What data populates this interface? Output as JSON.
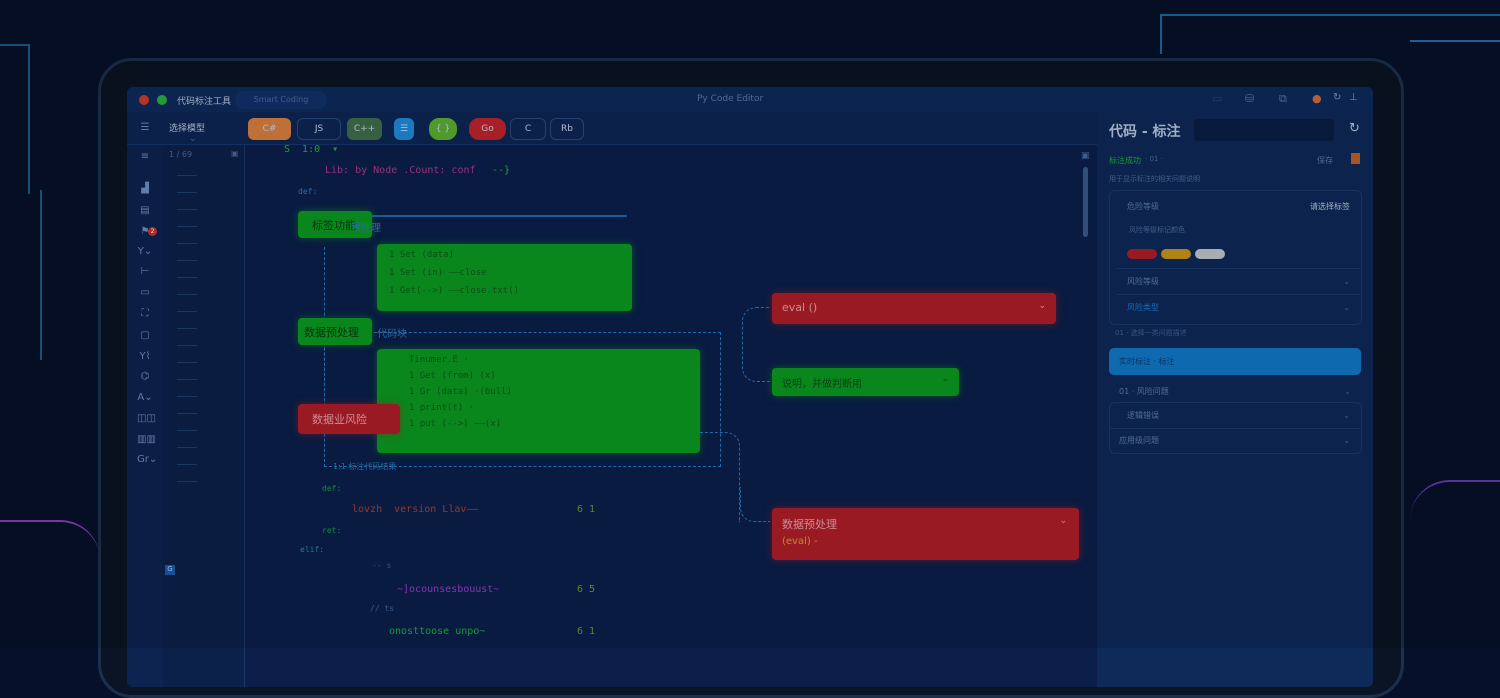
{
  "window": {
    "title": "代码标注工具",
    "tab": "Smart Coding",
    "center_title": "Py Code Editor"
  },
  "toolbar": {
    "dropdown": "选择模型",
    "buttons": [
      {
        "label": "C#",
        "color": "#d88040"
      },
      {
        "label": "JS",
        "color": ""
      },
      {
        "label": "C++",
        "color": "#3e6e4a"
      },
      {
        "label": "☰",
        "color": "#1f8ad8"
      },
      {
        "label": "{ }",
        "color": "#5ab030"
      },
      {
        "label": "Go",
        "color": "#c0242e"
      },
      {
        "label": "C",
        "color": ""
      },
      {
        "label": "Rb",
        "color": ""
      }
    ]
  },
  "editor": {
    "gutter_header": "1 / 69",
    "first_line": "S  1:0  ▾",
    "code_line_1": "Lib: by Node .Count: conf",
    "code_line_1_end": "--}",
    "code_line_2": "def:",
    "section_1_label": "标签功能",
    "section_1_comment": "预处理",
    "box_1_lines": [
      "1 Set (data)",
      "1 Set (in) ——close",
      "1 Get(-->)  ——close.txt()"
    ],
    "section_2_label": "数据预处理",
    "section_2_comment": "代码块",
    "box_2_lines": [
      "Tinumer.E  ·",
      "1 Get (from) (x)",
      "1 Gr (data) ·(bull)",
      "1 print(t) ·",
      "1 put (-->) ——(x)"
    ],
    "risk_label": "数据业风险",
    "box_2_footer": "1:1  标注代码结果",
    "bottom_lines": [
      {
        "text": "def:",
        "color": "#1aa040"
      },
      {
        "text": "lovzh  version Llav——",
        "color": "#b0402a",
        "tail": "—,",
        "num": "6 1"
      },
      {
        "text": "ret:",
        "color": "#1aa040"
      },
      {
        "text": "elif:",
        "color": "#2a8aa0"
      },
      {
        "text": "-- s",
        "color": "#3e5f96"
      },
      {
        "text": "~]ocounsesbouust~",
        "color": "#9a3ad0",
        "tail": "—,",
        "num": "6 5"
      },
      {
        "text": "// ts",
        "color": "#3e6aa0"
      },
      {
        "text": "onosttoose unpo~",
        "color": "#1ab040",
        "tail": "—,",
        "num": "6 1"
      }
    ],
    "flow_nodes": [
      {
        "label": "eval ()",
        "type": "risk"
      },
      {
        "label": "说明，并做判断用",
        "type": "ok"
      },
      {
        "label": "数据预处理",
        "sub": "(eval) -",
        "type": "risk"
      }
    ]
  },
  "right_panel": {
    "title": "代码 - 标注",
    "status": "标注成功",
    "status_meta": "· 01 ·",
    "save": "保存",
    "desc": "用于显示标注的相关问题说明",
    "field_label": "危险等级",
    "field_value": "请选择标签",
    "color_label": "风险等级标记颜色",
    "colors": [
      "#b01e2a",
      "#c8961a",
      "#c0c4cc"
    ],
    "sel_1": "风险等级",
    "sel_2": "风险类型",
    "group_label": "01 · 选择一类问题描述",
    "active_item": "实时标注 · 标注",
    "group_2": "01 · 风险问题",
    "sel_3": "逻辑错误",
    "sel_4": "应用级问题"
  },
  "left_icons": [
    "menu-icon",
    "list-icon",
    "chart-icon",
    "db-icon",
    "bug-icon",
    "git-icon",
    "run-icon",
    "terminal-icon",
    "settings-icon",
    "file-icon",
    "api-icon",
    "stack-icon",
    "grid-icon",
    "pkg-icon",
    "git-log-icon"
  ],
  "left_icon_labels": [
    "☰",
    "≡",
    "▟",
    "▤",
    "⚑",
    "Y⌄",
    "⊢",
    "▭",
    "⛶",
    "▢",
    "Y⌇",
    "⌬",
    "A⌄",
    "◫◫",
    "▥▥",
    "Gr⌄"
  ],
  "badge": "2"
}
